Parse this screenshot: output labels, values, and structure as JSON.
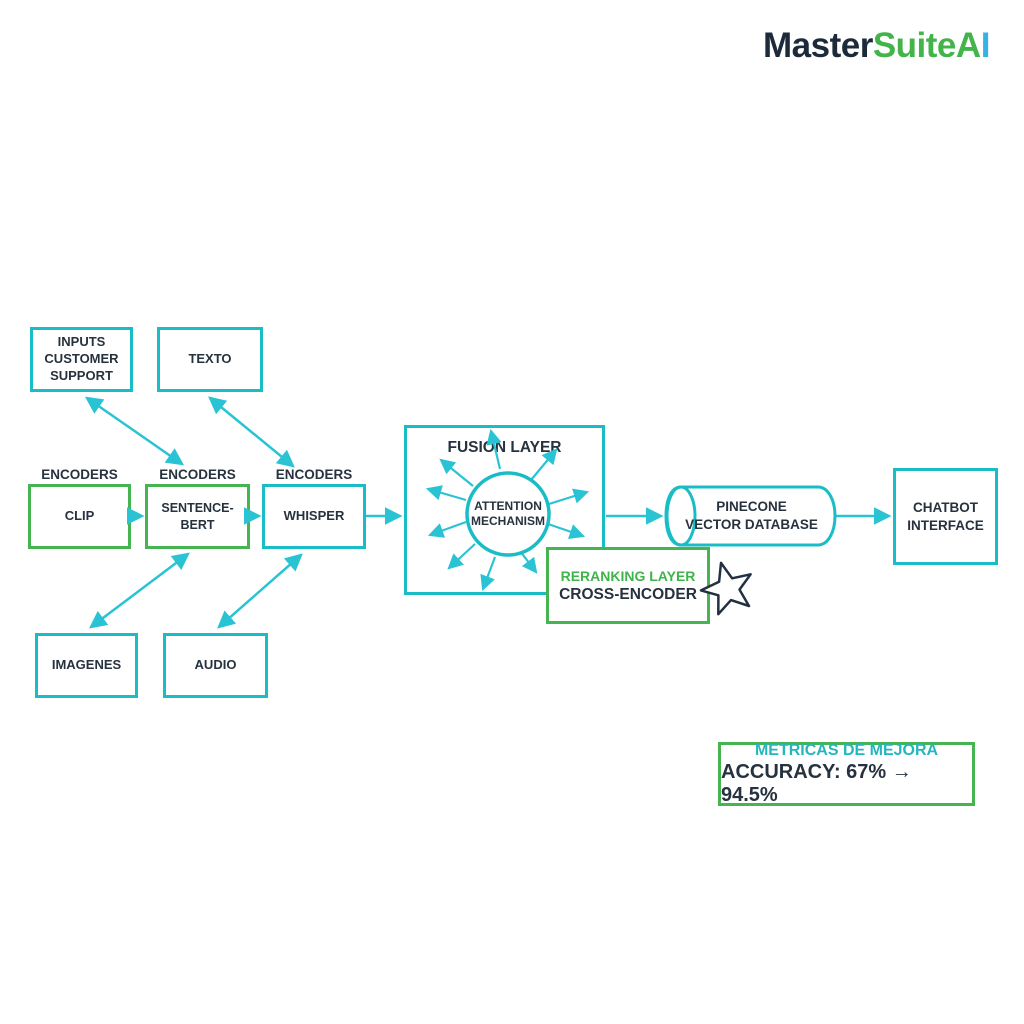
{
  "logo": {
    "part1": "Master",
    "part2": "SuiteA",
    "part3": "I"
  },
  "nodes": {
    "inputs": {
      "label": "INPUTS\nCUSTOMER\nSUPPORT"
    },
    "texto": {
      "label": "TEXTO"
    },
    "clip": {
      "label": "CLIP"
    },
    "sentence_bert": {
      "label": "SENTENCE-BERT"
    },
    "whisper": {
      "label": "WHISPER"
    },
    "imagenes": {
      "label": "IMAGENES"
    },
    "audio": {
      "label": "AUDIO"
    },
    "fusion": {
      "title": "FUSION LAYER",
      "core": "ATTENTION\nMECHANISM"
    },
    "reranking": {
      "title": "RERANKING LAYER",
      "subtitle": "CROSS-ENCODER"
    },
    "pinecone": {
      "label": "PINECONE\nVECTOR DATABASE"
    },
    "chatbot": {
      "label": "CHATBOT\nINTERFACE"
    }
  },
  "encoder_labels": [
    "ENCODERS",
    "ENCODERS",
    "ENCODERS"
  ],
  "metrics": {
    "title": "METRICAS DE MEJORA",
    "value": "ACCURACY: 67% → 94.5%"
  },
  "colors": {
    "teal_border": "#1abdc6",
    "green_border": "#47b452",
    "arrow_cyan": "#29c3d4",
    "dark_text": "#27323f",
    "logo_navy": "#1c2a39",
    "logo_green": "#43b44a",
    "logo_blue": "#36b3e3",
    "metrics_title_teal": "#24b5bd",
    "reranking_green_text": "#3eb44a",
    "star_outline": "#233044"
  }
}
